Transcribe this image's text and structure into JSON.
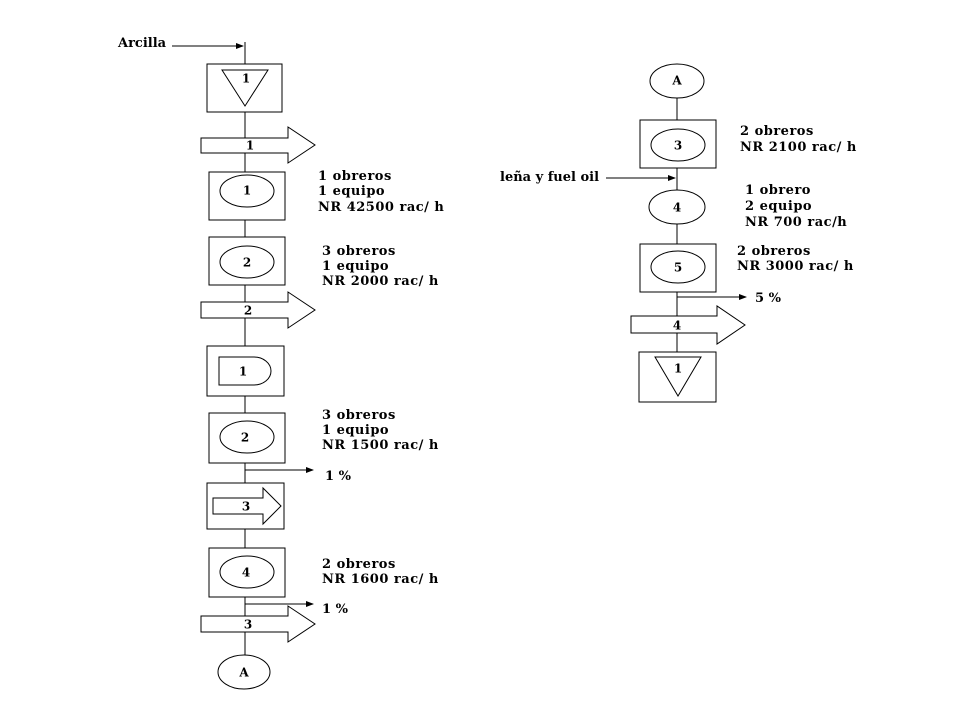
{
  "input_arcilla": "Arcilla",
  "input_fuel": "leña y fuel oil",
  "left": {
    "storage_1": "1",
    "transport_1": "1",
    "op_1": "1",
    "op_1_note": [
      "1 obreros",
      "1 equipo",
      "NR 42500 rac/ h"
    ],
    "op_2": "2",
    "op_2_note": [
      "3 obreros",
      "1 equipo",
      " NR 2000 rac/ h"
    ],
    "transport_2": "2",
    "delay_1": "1",
    "op_2b": "2",
    "op_2b_note": [
      "3 obreros",
      "1 equipo",
      "NR 1500 rac/ h"
    ],
    "loss_1": "1 %",
    "transport_3": "3",
    "op_4": "4",
    "op_4_note": [
      "2 obreros",
      "NR 1600 rac/ h"
    ],
    "loss_2": "1 %",
    "transport_3b": "3",
    "connector": "A"
  },
  "right": {
    "connector": "A",
    "op_3": "3",
    "op_3_note": [
      "2 obreros",
      " NR 2100 rac/ h"
    ],
    "op_4": "4",
    "op_4_note": [
      "1 obrero",
      " 2 equipo",
      " NR 700 rac/h"
    ],
    "op_5": "5",
    "op_5_note": [
      "2 obreros",
      "NR 3000 rac/ h"
    ],
    "loss": "5 %",
    "transport_4": "4",
    "storage_1": "1"
  }
}
